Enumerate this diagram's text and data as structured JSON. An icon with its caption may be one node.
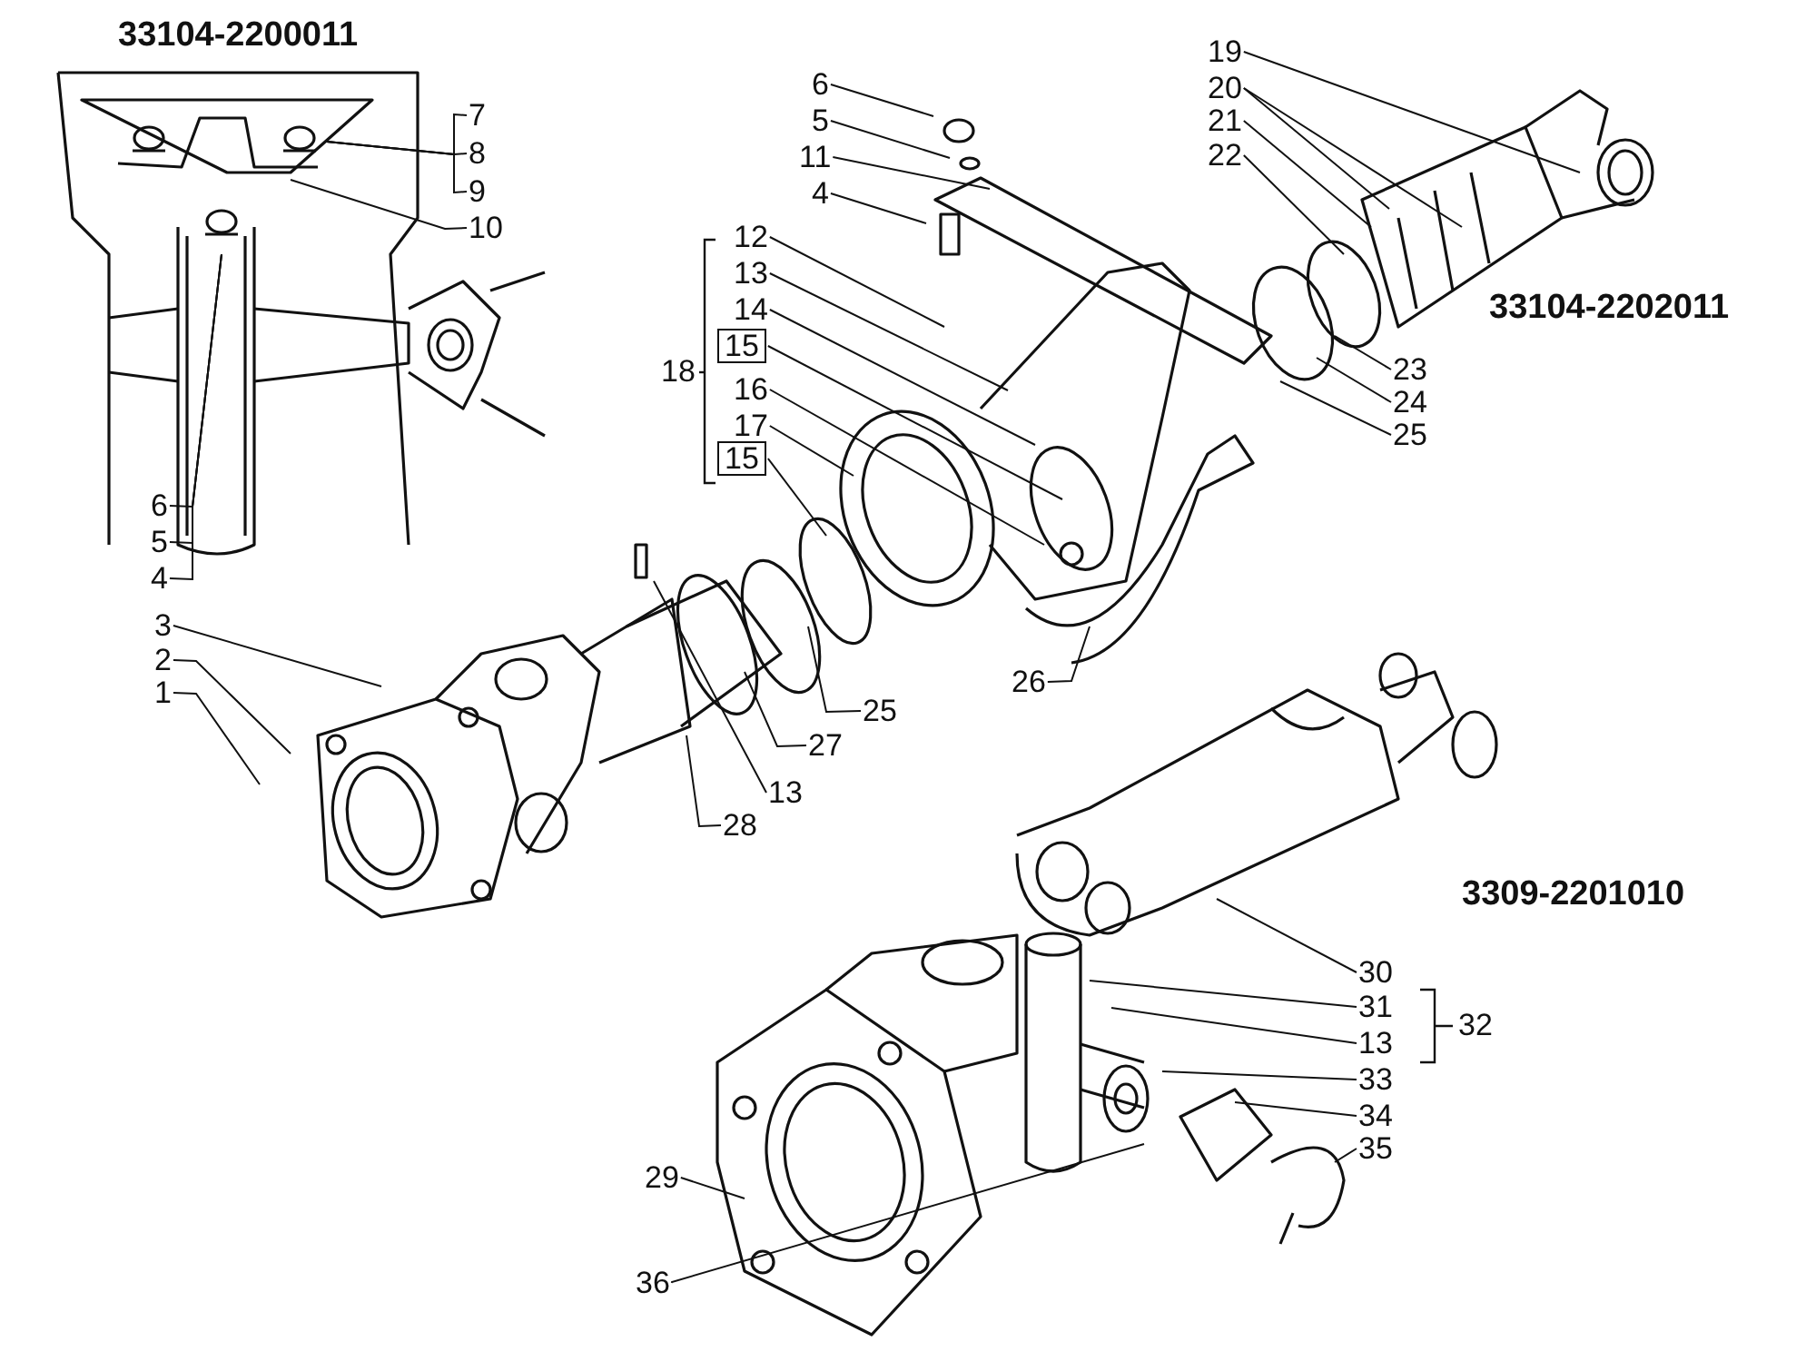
{
  "diagram": {
    "nodes": [
      {
        "text": [
          "7"
        ]
      },
      {
        "text": [
          "8"
        ]
      },
      {
        "text": [
          "9"
        ]
      },
      {
        "text": [
          "10"
        ]
      },
      {
        "text": [
          "6"
        ]
      },
      {
        "text": [
          "5"
        ]
      },
      {
        "text": [
          "4"
        ]
      },
      {
        "text": [
          "3"
        ]
      },
      {
        "text": [
          "2"
        ]
      },
      {
        "text": [
          "1"
        ]
      },
      {
        "text": [
          "6"
        ]
      },
      {
        "text": [
          "5"
        ]
      },
      {
        "text": [
          "11"
        ]
      },
      {
        "text": [
          "4"
        ]
      },
      {
        "text": [
          "12"
        ]
      },
      {
        "text": [
          "13"
        ]
      },
      {
        "text": [
          "14"
        ]
      },
      {
        "text": [
          "15"
        ]
      },
      {
        "text": [
          "16"
        ]
      },
      {
        "text": [
          "17"
        ]
      },
      {
        "text": [
          "15"
        ]
      },
      {
        "text": [
          "19"
        ]
      },
      {
        "text": [
          "20"
        ]
      },
      {
        "text": [
          "21"
        ]
      },
      {
        "text": [
          "22"
        ]
      },
      {
        "text": [
          "23"
        ]
      },
      {
        "text": [
          "24"
        ]
      },
      {
        "text": [
          "25"
        ]
      },
      {
        "text": [
          "25"
        ]
      },
      {
        "text": [
          "27"
        ]
      },
      {
        "text": [
          "13"
        ]
      },
      {
        "text": [
          "28"
        ]
      },
      {
        "text": [
          "26"
        ]
      },
      {
        "text": [
          "30"
        ]
      },
      {
        "text": [
          "31"
        ]
      },
      {
        "text": [
          "13"
        ]
      },
      {
        "text": [
          "33"
        ]
      },
      {
        "text": [
          "34"
        ]
      },
      {
        "text": [
          "35"
        ]
      },
      {
        "text": [
          "29"
        ]
      },
      {
        "text": [
          "36"
        ]
      }
    ],
    "edges": [
      {
        "from": 0,
        "to": null,
        "arrow": "none"
      },
      {
        "from": 1,
        "to": null,
        "arrow": "none"
      },
      {
        "from": 2,
        "to": null,
        "arrow": "none"
      },
      {
        "from": 3,
        "to": null,
        "arrow": "none"
      },
      {
        "from": 4,
        "to": null,
        "arrow": "none"
      },
      {
        "from": 5,
        "to": null,
        "arrow": "none"
      },
      {
        "from": 6,
        "to": null,
        "arrow": "none"
      },
      {
        "from": 7,
        "to": null,
        "arrow": "none"
      },
      {
        "from": 8,
        "to": null,
        "arrow": "none"
      },
      {
        "from": 9,
        "to": null,
        "arrow": "none"
      },
      {
        "from": 10,
        "to": null,
        "arrow": "none"
      },
      {
        "from": 11,
        "to": null,
        "arrow": "none"
      },
      {
        "from": 12,
        "to": null,
        "arrow": "none"
      },
      {
        "from": 13,
        "to": null,
        "arrow": "none"
      },
      {
        "from": 14,
        "to": null,
        "arrow": "none"
      },
      {
        "from": 15,
        "to": null,
        "arrow": "none"
      },
      {
        "from": 16,
        "to": null,
        "arrow": "none"
      },
      {
        "from": 17,
        "to": null,
        "arrow": "none"
      },
      {
        "from": 18,
        "to": null,
        "arrow": "none"
      },
      {
        "from": 19,
        "to": null,
        "arrow": "none"
      },
      {
        "from": 20,
        "to": null,
        "arrow": "none"
      },
      {
        "from": 21,
        "to": null,
        "arrow": "none"
      },
      {
        "from": 22,
        "to": null,
        "arrow": "none"
      },
      {
        "from": 23,
        "to": null,
        "arrow": "none"
      },
      {
        "from": 24,
        "to": null,
        "arrow": "none"
      },
      {
        "from": 25,
        "to": null,
        "arrow": "none"
      },
      {
        "from": 26,
        "to": null,
        "arrow": "none"
      },
      {
        "from": 27,
        "to": null,
        "arrow": "none"
      },
      {
        "from": 28,
        "to": null,
        "arrow": "none"
      },
      {
        "from": 29,
        "to": null,
        "arrow": "none"
      },
      {
        "from": 30,
        "to": null,
        "arrow": "none"
      },
      {
        "from": 31,
        "to": null,
        "arrow": "none"
      },
      {
        "from": 32,
        "to": null,
        "arrow": "none"
      },
      {
        "from": 33,
        "to": null,
        "arrow": "none"
      },
      {
        "from": 34,
        "to": null,
        "arrow": "none"
      },
      {
        "from": 35,
        "to": null,
        "arrow": "none"
      },
      {
        "from": 36,
        "to": null,
        "arrow": "none"
      },
      {
        "from": 37,
        "to": null,
        "arrow": "none"
      },
      {
        "from": 38,
        "to": null,
        "arrow": "none"
      },
      {
        "from": 39,
        "to": null,
        "arrow": "none"
      },
      {
        "from": 40,
        "to": null,
        "arrow": "none"
      },
      {
        "from": 22,
        "to": null,
        "arrow": "none"
      }
    ],
    "labels": [
      "33104-2200011",
      "18",
      "33104-2202011",
      "3309-2201010",
      "32"
    ]
  }
}
